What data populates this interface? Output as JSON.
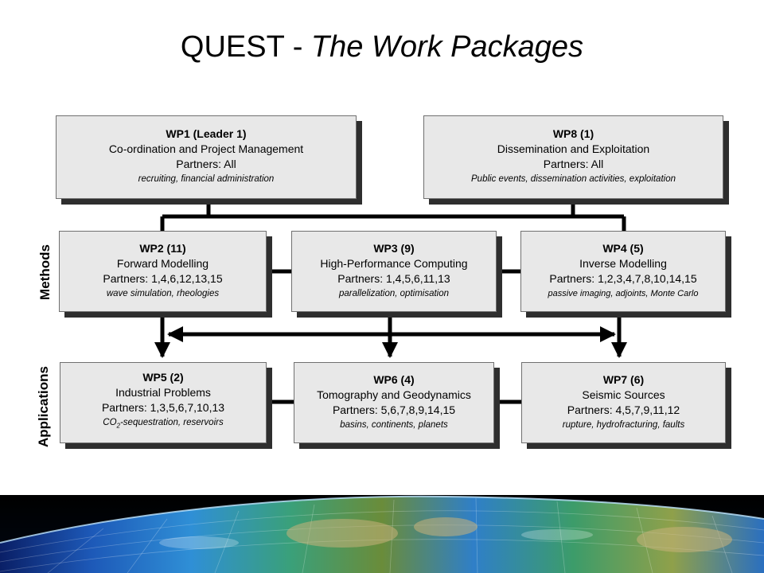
{
  "title": {
    "prefix": "QUEST - ",
    "italic": "The Work Packages"
  },
  "side_labels": {
    "methods": "Methods",
    "applications": "Applications"
  },
  "packages": {
    "wp1": {
      "header": "WP1 (Leader 1)",
      "name": "Co-ordination and Project Management",
      "partners": "Partners: All",
      "desc": "recruiting, financial administration"
    },
    "wp8": {
      "header": "WP8 (1)",
      "name": "Dissemination and Exploitation",
      "partners": "Partners: All",
      "desc": "Public events, dissemination activities, exploitation"
    },
    "wp2": {
      "header": "WP2 (11)",
      "name": "Forward Modelling",
      "partners": "Partners: 1,4,6,12,13,15",
      "desc": "wave simulation, rheologies"
    },
    "wp3": {
      "header": "WP3 (9)",
      "name": "High-Performance Computing",
      "partners": "Partners: 1,4,5,6,11,13",
      "desc": "parallelization, optimisation"
    },
    "wp4": {
      "header": "WP4 (5)",
      "name": "Inverse Modelling",
      "partners": "Partners: 1,2,3,4,7,8,10,14,15",
      "desc": "passive imaging, adjoints, Monte Carlo"
    },
    "wp5": {
      "header": "WP5 (2)",
      "name": "Industrial Problems",
      "partners": "Partners: 1,3,5,6,7,10,13",
      "desc_pre": "CO",
      "desc_sub": "2",
      "desc_post": "-sequestration, reservoirs"
    },
    "wp6": {
      "header": "WP6 (4)",
      "name": "Tomography and Geodynamics",
      "partners": "Partners: 5,6,7,8,9,14,15",
      "desc": "basins, continents, planets"
    },
    "wp7": {
      "header": "WP7 (6)",
      "name": "Seismic Sources",
      "partners": "Partners: 4,5,7,9,11,12",
      "desc": "rupture, hydrofracturing, faults"
    }
  },
  "colors": {
    "box_fill": "#e8e8e8",
    "shadow": "#2e2e2e",
    "connector": "#000000"
  }
}
